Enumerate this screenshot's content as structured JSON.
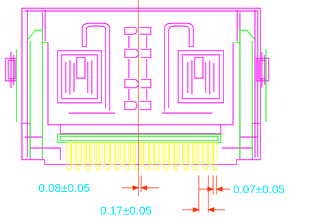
{
  "colors": {
    "outline": "#ff00ff",
    "detail": "#00ff00",
    "pins": "#ffff00",
    "dimension_line": "#ff3300",
    "dimension_text": "#00e5ff",
    "centerline": "#ff3300",
    "background": "#ffffff"
  },
  "dimensions": {
    "pin_offset": "0.08±0.05",
    "pin_gap": "0.07±0.05",
    "pin_width": "0.17±0.05"
  }
}
